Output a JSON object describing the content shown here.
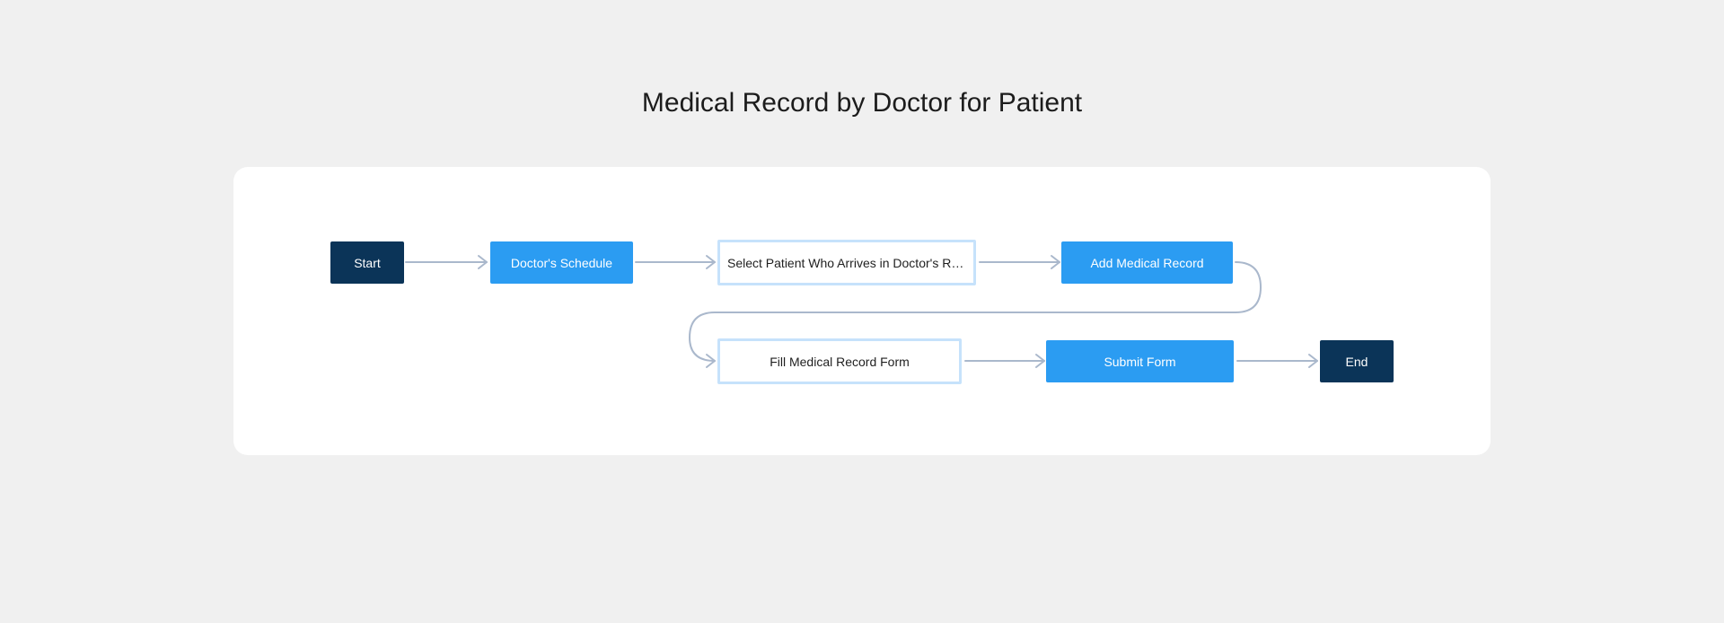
{
  "title": "Medical Record by Doctor for Patient",
  "nodes": {
    "start": "Start",
    "doctors_schedule": "Doctor's Schedule",
    "select_patient": "Select Patient Who Arrives in Doctor's Ro...",
    "add_medical_record": "Add Medical Record",
    "fill_form": "Fill Medical Record Form",
    "submit_form": "Submit Form",
    "end": "End"
  },
  "edges": [
    [
      "start",
      "doctors_schedule"
    ],
    [
      "doctors_schedule",
      "select_patient"
    ],
    [
      "select_patient",
      "add_medical_record"
    ],
    [
      "add_medical_record",
      "fill_form"
    ],
    [
      "fill_form",
      "submit_form"
    ],
    [
      "submit_form",
      "end"
    ]
  ],
  "colors": {
    "terminal": "#0b3458",
    "process": "#2b9cf2",
    "outlined_border": "#c6e2fb",
    "connector": "#aab8cc"
  }
}
